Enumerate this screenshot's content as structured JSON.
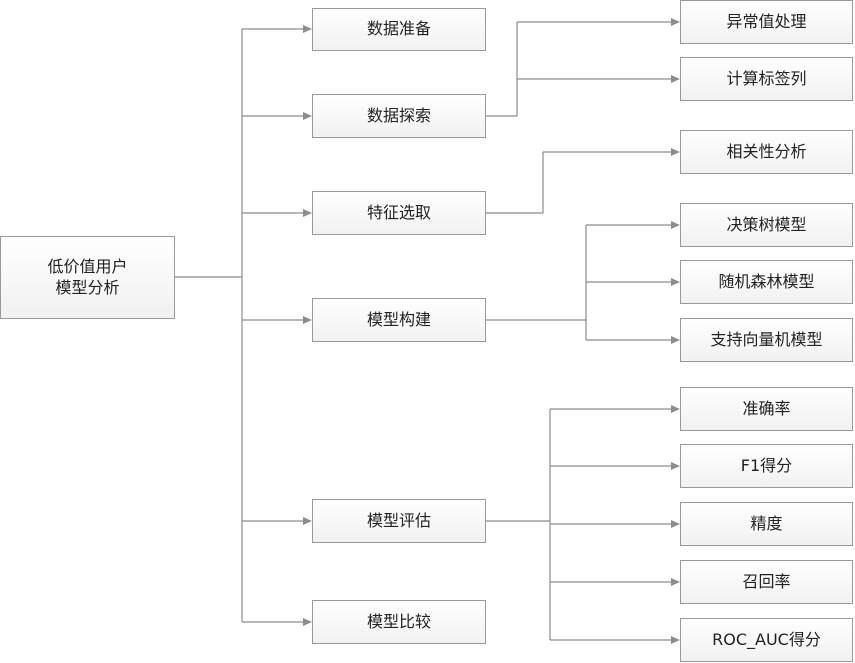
{
  "root": {
    "line1": "低价值用户",
    "line2": "模型分析"
  },
  "level1": [
    {
      "id": "prep",
      "label": "数据准备"
    },
    {
      "id": "explore",
      "label": "数据探索"
    },
    {
      "id": "feature",
      "label": "特征选取"
    },
    {
      "id": "build",
      "label": "模型构建"
    },
    {
      "id": "eval",
      "label": "模型评估"
    },
    {
      "id": "compare",
      "label": "模型比较"
    }
  ],
  "level2": {
    "explore": [
      "异常值处理",
      "计算标签列"
    ],
    "feature": [
      "相关性分析"
    ],
    "build": [
      "决策树模型",
      "随机森林模型",
      "支持向量机模型"
    ],
    "eval": [
      "准确率",
      "F1得分",
      "精度",
      "召回率",
      "ROC_AUC得分"
    ]
  }
}
